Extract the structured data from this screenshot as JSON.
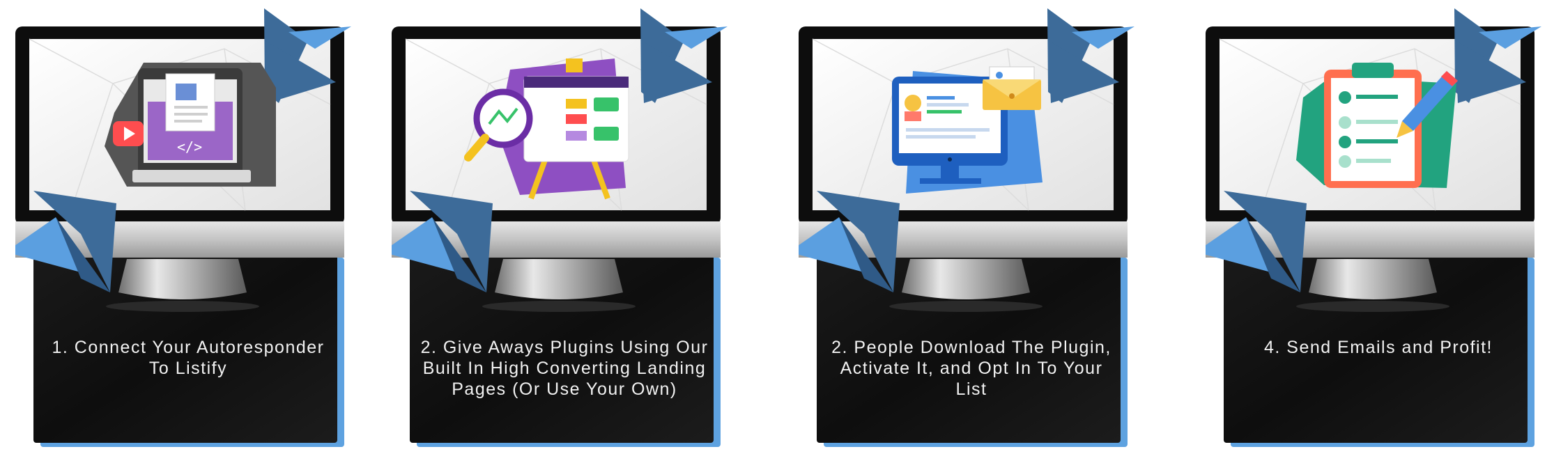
{
  "colors": {
    "monitor_dark": "#0d0d0d",
    "bezel_silver": "#c9c9c9",
    "card_black": "#101010",
    "card_accent": "#5ea2e0",
    "triangle_dark": "#3d6b99",
    "triangle_light": "#5b9fe0",
    "caption_text": "#f2f2f2"
  },
  "steps": [
    {
      "caption": "1. Connect Your Autoresponder To Listify",
      "icon": "laptop-code-video-icon"
    },
    {
      "caption": "2. Give Aways Plugins Using Our Built In High Converting Landing Pages (Or Use Your Own)",
      "icon": "magnifier-analytics-board-icon"
    },
    {
      "caption": "2. People Download The Plugin, Activate It, and Opt In To Your List",
      "icon": "monitor-profile-envelope-icon"
    },
    {
      "caption": "4. Send Emails and Profit!",
      "icon": "clipboard-checklist-pencil-icon"
    }
  ]
}
